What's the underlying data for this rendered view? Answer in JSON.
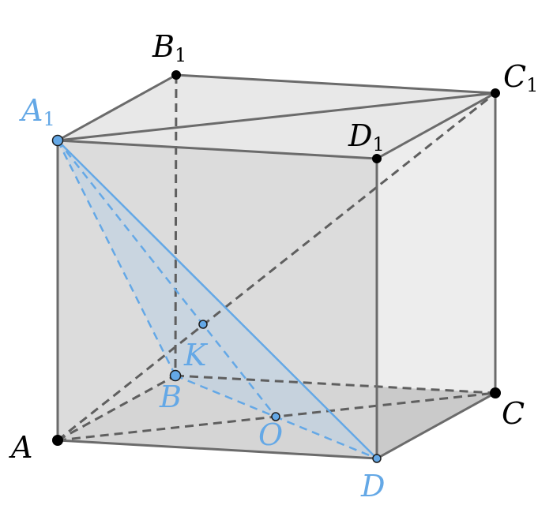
{
  "colors": {
    "black": "#000000",
    "blue": "#64a8e6",
    "edge": "#6b6b6b",
    "dash": "#5f5f5f",
    "face_front": "#d6d6d6",
    "face_top": "#e6e6e6",
    "face_right": "#ebebeb",
    "face_bottom": "#bdbdbd",
    "section": "#b9cfe4"
  },
  "labels": {
    "A": {
      "base": "A",
      "sub": ""
    },
    "B": {
      "base": "B",
      "sub": ""
    },
    "C": {
      "base": "C",
      "sub": ""
    },
    "D": {
      "base": "D",
      "sub": ""
    },
    "A1": {
      "base": "A",
      "sub": "1"
    },
    "B1": {
      "base": "B",
      "sub": "1"
    },
    "C1": {
      "base": "C",
      "sub": "1"
    },
    "D1": {
      "base": "D",
      "sub": "1"
    },
    "O": {
      "base": "O",
      "sub": ""
    },
    "K": {
      "base": "K",
      "sub": ""
    }
  }
}
